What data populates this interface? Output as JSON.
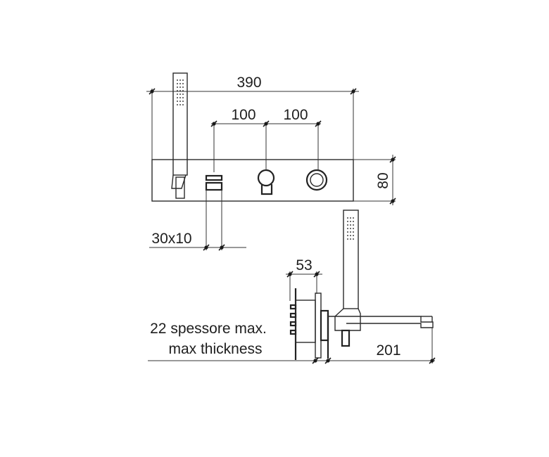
{
  "dimensions": {
    "overall_width": "390",
    "spacing_left": "100",
    "spacing_right": "100",
    "plate_height": "80",
    "handshower_holder": "30x10",
    "depth": "53",
    "thickness_it": "22 spessore max.",
    "thickness_en": "max thickness",
    "spout_projection": "201"
  },
  "colors": {
    "line": "#2a2a2a",
    "background": "#ffffff"
  }
}
